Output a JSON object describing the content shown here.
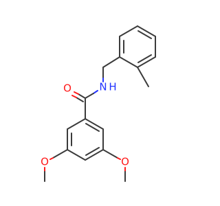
{
  "molecule": {
    "atoms": {
      "carbonyl_oxygen": "O",
      "amide_nitrogen": "N",
      "amide_hydrogen": "H",
      "methoxy_oxygen_left": "O",
      "methoxy_oxygen_right": "O"
    }
  },
  "colors": {
    "bond": "#3b3b3b",
    "oxygen": "#ff1a1a",
    "nitrogen": "#2233ff",
    "background": "#ffffff"
  }
}
